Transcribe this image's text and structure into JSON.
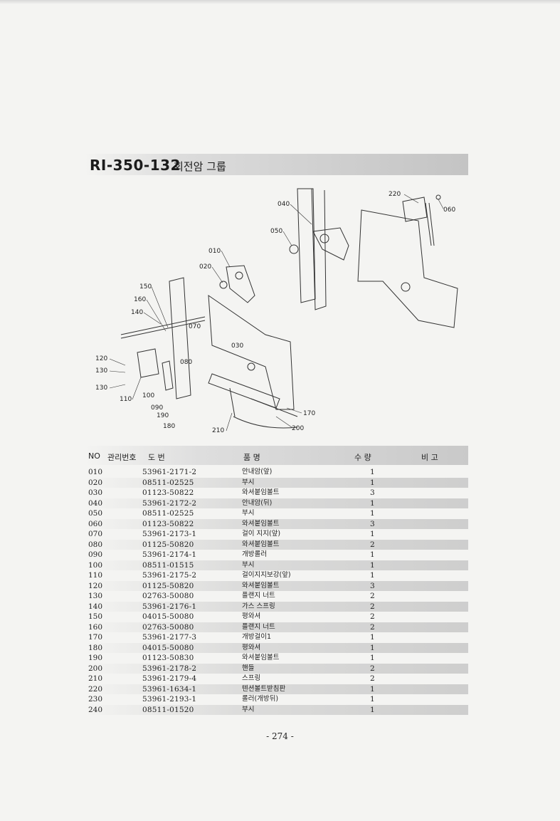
{
  "title": {
    "code": "RI-350-132",
    "name": "회전암 그룹"
  },
  "diagram": {
    "callouts": [
      "220",
      "060",
      "040",
      "050",
      "010",
      "020",
      "150",
      "160",
      "140",
      "070",
      "030",
      "120",
      "130",
      "130",
      "080",
      "110",
      "100",
      "090",
      "190",
      "180",
      "210",
      "200",
      "170"
    ]
  },
  "table": {
    "headers": {
      "no": "NO",
      "mgmt": "관리번호",
      "part_no": "도     번",
      "name": "품               명",
      "qty": "수     량",
      "remark": "비  고"
    },
    "rows": [
      {
        "no": "010",
        "part": "53961-2171-2",
        "name": "안내암(앞)",
        "qty": "1"
      },
      {
        "no": "020",
        "part": "08511-02525",
        "name": "부시",
        "qty": "1"
      },
      {
        "no": "030",
        "part": "01123-50822",
        "name": "와셔붙임볼트",
        "qty": "3"
      },
      {
        "no": "040",
        "part": "53961-2172-2",
        "name": "안내암(뒤)",
        "qty": "1"
      },
      {
        "no": "050",
        "part": "08511-02525",
        "name": "부시",
        "qty": "1"
      },
      {
        "no": "060",
        "part": "01123-50822",
        "name": "와셔붙임볼트",
        "qty": "3"
      },
      {
        "no": "070",
        "part": "53961-2173-1",
        "name": "걸이 지지(앞)",
        "qty": "1"
      },
      {
        "no": "080",
        "part": "01125-50820",
        "name": "와셔붙임볼트",
        "qty": "2"
      },
      {
        "no": "090",
        "part": "53961-2174-1",
        "name": "개방롤러",
        "qty": "1"
      },
      {
        "no": "100",
        "part": "08511-01515",
        "name": "부시",
        "qty": "1"
      },
      {
        "no": "110",
        "part": "53961-2175-2",
        "name": "걸이지지보강(앞)",
        "qty": "1"
      },
      {
        "no": "120",
        "part": "01125-50820",
        "name": "와셔붙임볼트",
        "qty": "3"
      },
      {
        "no": "130",
        "part": "02763-50080",
        "name": "플랜지 너트",
        "qty": "2"
      },
      {
        "no": "140",
        "part": "53961-2176-1",
        "name": "가스 스프링",
        "qty": "2"
      },
      {
        "no": "150",
        "part": "04015-50080",
        "name": "평와셔",
        "qty": "2"
      },
      {
        "no": "160",
        "part": "02763-50080",
        "name": "플랜지 너트",
        "qty": "2"
      },
      {
        "no": "170",
        "part": "53961-2177-3",
        "name": "개방걸이1",
        "qty": "1"
      },
      {
        "no": "180",
        "part": "04015-50080",
        "name": "평와셔",
        "qty": "1"
      },
      {
        "no": "190",
        "part": "01123-50830",
        "name": "와셔붙임볼트",
        "qty": "1"
      },
      {
        "no": "200",
        "part": "53961-2178-2",
        "name": "핸들",
        "qty": "2"
      },
      {
        "no": "210",
        "part": "53961-2179-4",
        "name": "스프링",
        "qty": "2"
      },
      {
        "no": "220",
        "part": "53961-1634-1",
        "name": "텐션볼트받침판",
        "qty": "1"
      },
      {
        "no": "230",
        "part": "53961-2193-1",
        "name": "롤러(개방뒤)",
        "qty": "1"
      },
      {
        "no": "240",
        "part": "08511-01520",
        "name": "부시",
        "qty": "1"
      }
    ]
  },
  "page_number": "- 274 -"
}
